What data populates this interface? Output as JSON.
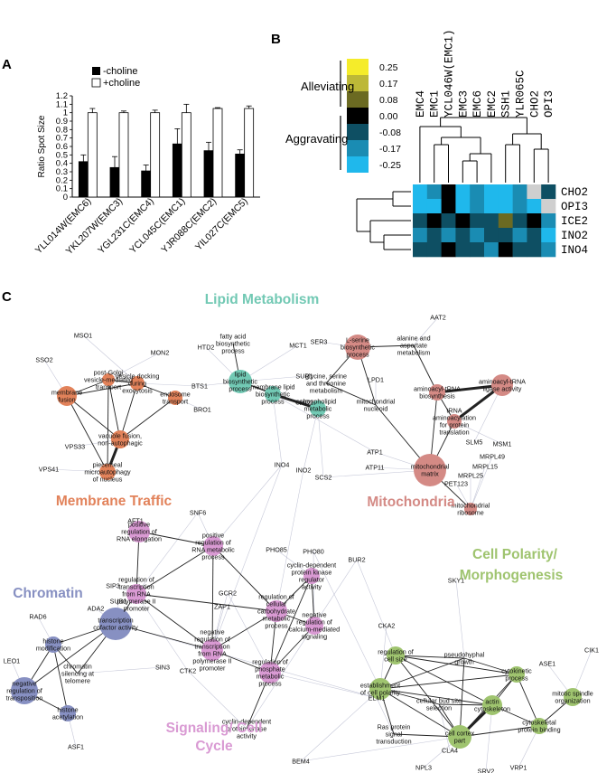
{
  "panels": {
    "a": "A",
    "b": "B",
    "c": "C"
  },
  "chart_data": {
    "type": "bar",
    "categories": [
      "YLL014W(EMC6)",
      "YKL207W(EMC3)",
      "YGL231C(EMC4)",
      "YCL045C(EMC1)",
      "YJR088C(EMC2)",
      "YIL027C(EMC5)"
    ],
    "series": [
      {
        "name": "-choline",
        "color": "#000000",
        "values": [
          0.42,
          0.35,
          0.31,
          0.63,
          0.55,
          0.51
        ],
        "errors": [
          0.08,
          0.13,
          0.07,
          0.18,
          0.1,
          0.05
        ]
      },
      {
        "name": "+choline",
        "color": "#ffffff",
        "values": [
          1.0,
          1.0,
          1.0,
          1.0,
          1.05,
          1.05
        ],
        "errors": [
          0.05,
          0.02,
          0.03,
          0.1,
          0.01,
          0.03
        ]
      }
    ],
    "ylabel": "Ratio Spot Size",
    "yticks": [
      "0",
      "0.1",
      "0.2",
      "0.3",
      "0.4",
      "0.5",
      "0.6",
      "0.7",
      "0.8",
      "0.9",
      "1",
      "1.1",
      "1.2"
    ],
    "ylim": [
      0,
      1.2
    ],
    "legend_position": "top-left"
  },
  "heatmap": {
    "columns": [
      "EMC4",
      "EMC1",
      "YCL046W(EMC1)",
      "EMC3",
      "EMC6",
      "EMC2",
      "SSH1",
      "YLR065C",
      "CHO2",
      "OPI3"
    ],
    "rows": [
      "CHO2",
      "OPI3",
      "ICE2",
      "INO2",
      "INO4"
    ],
    "legend_values": [
      "0.25",
      "0.17",
      "0.08",
      "0.00",
      "-0.08",
      "-0.17",
      "-0.25"
    ],
    "legend_colors": [
      "#f5ec2a",
      "#bdb837",
      "#6b6a22",
      "#000000",
      "#0e4f63",
      "#1a8cb3",
      "#1fb8ec"
    ],
    "alleviating_label": "Alleviating",
    "aggravating_label": "Aggravating",
    "cells": [
      [
        -0.25,
        -0.17,
        -0.2,
        -0.25,
        -0.17,
        -0.25,
        -0.25,
        -0.17,
        "na",
        -0.08
      ],
      [
        -0.25,
        -0.25,
        0.0,
        -0.25,
        -0.17,
        -0.25,
        -0.25,
        -0.17,
        -0.25,
        "na"
      ],
      [
        -0.08,
        0.0,
        -0.08,
        0.0,
        -0.08,
        -0.08,
        0.08,
        -0.08,
        0.0,
        -0.17
      ],
      [
        -0.17,
        -0.08,
        -0.17,
        -0.08,
        -0.17,
        -0.08,
        -0.08,
        -0.17,
        -0.08,
        -0.25
      ],
      [
        -0.08,
        -0.08,
        0.0,
        -0.08,
        -0.08,
        -0.17,
        0.0,
        -0.08,
        -0.08,
        -0.17
      ]
    ]
  },
  "network": {
    "clusters": {
      "lipid": {
        "title": "Lipid Metabolism",
        "color": "#72c9b4"
      },
      "membrane": {
        "title": "Membrane Traffic",
        "color": "#e2825a"
      },
      "mito": {
        "title": "Mitochondria",
        "color": "#d48a85"
      },
      "chromatin": {
        "title": "Chromatin",
        "color": "#8790c2"
      },
      "signaling": {
        "title1": "Signaling/ Cell",
        "title2": "Cycle",
        "color": "#d99ad3"
      },
      "polarity": {
        "title1": "Cell Polarity/",
        "title2": "Morphogenesis",
        "color": "#9fc46f"
      }
    },
    "terms": {
      "fatty_acid": [
        "fatty acid",
        "biosynthetic",
        "process"
      ],
      "lipid_biosynth": [
        "lipid",
        "biosynthetic",
        "process"
      ],
      "membrane_lipid": [
        "membrane lipid",
        "biosynthetic",
        "process"
      ],
      "phospholipid": [
        "phospholipid",
        "metabolic",
        "process"
      ],
      "post_golgi": [
        "post-Golgi",
        "vesicle-mediated",
        "transport"
      ],
      "vesicle_docking": [
        "vesicle docking",
        "during",
        "exocytosis"
      ],
      "membrane_fusion": [
        "membrane",
        "fusion"
      ],
      "endosome": [
        "endosome",
        "transport"
      ],
      "vacuole_fusion": [
        "vacuole fusion,",
        "non-autophagic"
      ],
      "piecemeal": [
        "piecemeal",
        "microautophagy",
        "of nucleus"
      ],
      "l_serine": [
        "L-serine",
        "biosynthetic",
        "process"
      ],
      "alanine": [
        "alanine and",
        "aspartate",
        "metabolism"
      ],
      "glycine": [
        "glycine, serine",
        "and threonine",
        "metabolism"
      ],
      "aminoacyl_bio": [
        "aminoacyl-tRNA",
        "biosynthesis"
      ],
      "aminoacyl_ligase": [
        "aminoacyl-tRNA",
        "ligase activity"
      ],
      "trna": [
        "tRNA",
        "aminoacylation",
        "for protein",
        "translation"
      ],
      "mito_nucleoid": [
        "mitochondrial",
        "nucleoid"
      ],
      "mito_matrix": [
        "mitochondrial",
        "matrix"
      ],
      "mito_ribosome": [
        "mitochondrial",
        "ribosome"
      ],
      "pos_rna_elong": [
        "positive",
        "regulation of",
        "RNA elongation"
      ],
      "pos_rna_meta": [
        "positive",
        "regulation of",
        "RNA metabolic",
        "process"
      ],
      "reg_transcription": [
        "regulation of",
        "transcription",
        "from RNA",
        "polymerase II",
        "promoter"
      ],
      "neg_transcription": [
        "negative",
        "regulation of",
        "transcription",
        "from RNA",
        "polymerase II",
        "promoter"
      ],
      "carbohydrate": [
        "regulation of",
        "cellular",
        "carbohydrate",
        "metabolic",
        "process"
      ],
      "cdk_regulator": [
        "cyclin-dependent",
        "protein kinase",
        "regulator",
        "activity"
      ],
      "neg_calcium": [
        "negative",
        "regulation of",
        "calcium-mediated",
        "signaling"
      ],
      "phosphate": [
        "regulation of",
        "phosphate",
        "metabolic",
        "process"
      ],
      "cdk_activity": [
        "cyclin-dependent",
        "protein kinase",
        "activity"
      ],
      "transcription_cofactor": [
        "transcription",
        "cofactor activity"
      ],
      "histone_mod": [
        "histone",
        "modification"
      ],
      "chromatin_silencing": [
        "chromatin",
        "silencing at",
        "telomere"
      ],
      "neg_transposition": [
        "negative",
        "regulation of",
        "transposition"
      ],
      "histone_acetylation": [
        "histone",
        "acetylation"
      ],
      "cell_size": [
        "regulation of",
        "cell size"
      ],
      "pseudohyphal": [
        "pseudohyphal",
        "growth"
      ],
      "cytokinetic": [
        "cytokinetic",
        "process"
      ],
      "establishment": [
        "establishment",
        "of cell polarity"
      ],
      "bud_site": [
        "cellular bud site",
        "selection"
      ],
      "actin": [
        "actin",
        "cytoskeleton"
      ],
      "ras": [
        "Ras protein",
        "signal",
        "transduction"
      ],
      "cell_cortex": [
        "cell cortex",
        "part"
      ],
      "cytoskeletal_binding": [
        "cytoskeletal",
        "protein binding"
      ],
      "mitotic_spindle": [
        "mitotic spindle",
        "organization"
      ]
    },
    "genes": [
      "HTD2",
      "MCT1",
      "SUR1",
      "CHO2",
      "BTS1",
      "INO4",
      "INO2",
      "SCS2",
      "MSO1",
      "MON2",
      "SSO2",
      "BRO1",
      "VPS33",
      "VPS41",
      "SER3",
      "AAT2",
      "LPD1",
      "ATP1",
      "ATP11",
      "SLM5",
      "MSM1",
      "MRPL49",
      "MRPL15",
      "MRPL25",
      "PET123",
      "SNF6",
      "AFT1",
      "SIP3",
      "SUB1",
      "ADA2",
      "GCR2",
      "ZAP1",
      "PHO85",
      "PHO80",
      "BUR2",
      "CTK2",
      "SIN3",
      "RAD6",
      "LEO1",
      "ASF1",
      "BEM4",
      "SKY1",
      "CKA2",
      "ELM1",
      "ASE1",
      "CIK1",
      "NPL3",
      "CLA4",
      "SRV2",
      "VRP1"
    ]
  }
}
